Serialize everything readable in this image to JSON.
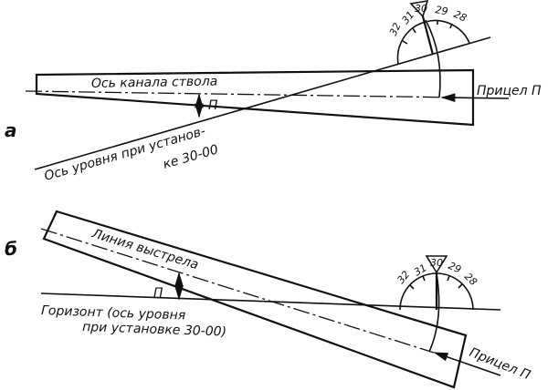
{
  "figure_a": {
    "letter": "а",
    "bore_axis": "Ось канала ствола",
    "angle": "П",
    "sight": "Прицел П",
    "level_axis_1": "Ось уровня при установ-",
    "level_axis_2": "ке 30-00",
    "scale": {
      "s32": "32",
      "s31": "31",
      "s30": "30",
      "s29": "29",
      "s28": "28"
    }
  },
  "figure_b": {
    "letter": "б",
    "line_of_fire": "Линия выстрела",
    "angle": "П",
    "horizon_1": "Горизонт (ось уровня",
    "horizon_2": "при установке 30-00)",
    "sight": "Прицел П",
    "scale": {
      "s32": "32",
      "s31": "31",
      "s30": "30",
      "s29": "29",
      "s28": "28"
    }
  }
}
